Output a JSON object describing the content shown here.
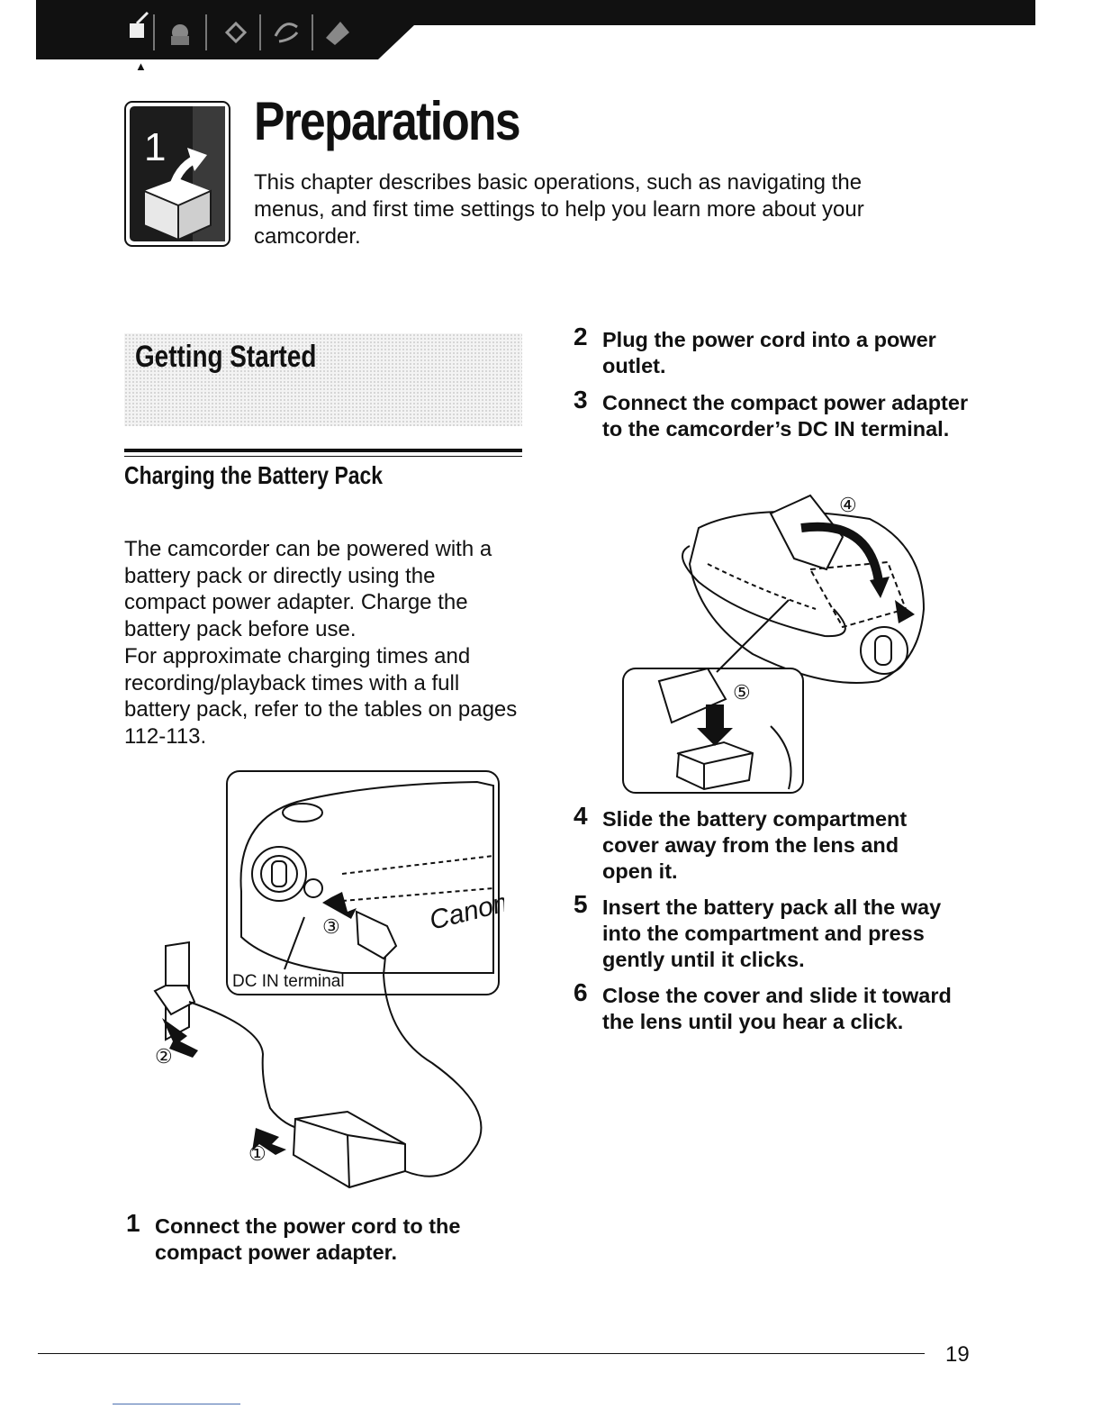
{
  "chapter": {
    "number": "1",
    "title": "Preparations",
    "description": "This chapter describes basic operations, such as navigating the menus, and first time settings to help you learn more about your camcorder."
  },
  "section": {
    "title": "Getting Started",
    "subtitle": "Charging the Battery Pack",
    "paragraph_1": "The camcorder can be powered with a battery pack or directly using the compact power adapter. Charge the battery pack before use.",
    "paragraph_2": "For approximate charging times and recording/playback times with a full battery pack, refer to the tables on pages 112-113."
  },
  "steps": [
    {
      "num": "1",
      "text": "Connect the power cord to the compact power adapter."
    },
    {
      "num": "2",
      "text": "Plug the power cord into a power outlet."
    },
    {
      "num": "3",
      "text": "Connect the compact power adapter to the camcorder’s DC IN terminal."
    },
    {
      "num": "4",
      "text": "Slide the battery compartment cover away from the lens and open it."
    },
    {
      "num": "5",
      "text": "Insert the battery pack all the way into the compartment and press gently until it clicks."
    },
    {
      "num": "6",
      "text": "Close the cover and slide it toward the lens until you hear a click."
    }
  ],
  "illustration_left": {
    "callout_label": "DC IN terminal",
    "brand": "Canon",
    "markers": [
      "①",
      "②",
      "③"
    ]
  },
  "illustration_right": {
    "markers": [
      "④",
      "⑤"
    ]
  },
  "page_number": "19",
  "icons": [
    "preparations-icon",
    "recording-icon",
    "playback-icon",
    "external-connections-icon",
    "additional-info-icon"
  ]
}
